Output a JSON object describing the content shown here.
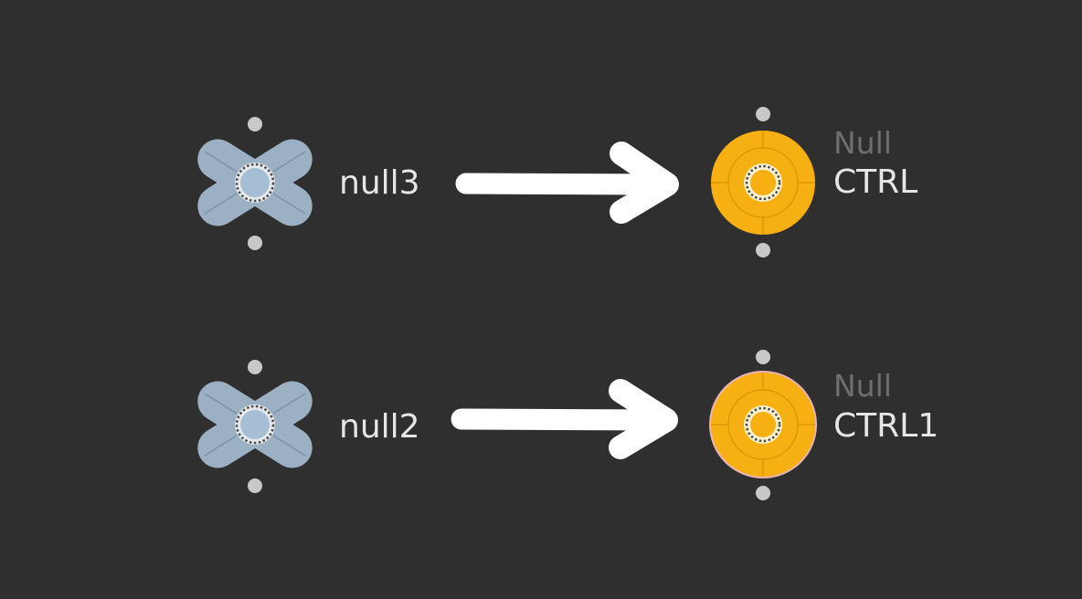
{
  "network": {
    "rows": [
      {
        "source": {
          "name": "null3"
        },
        "target": {
          "type": "Null",
          "name": "CTRL"
        }
      },
      {
        "source": {
          "name": "null2"
        },
        "target": {
          "type": "Null",
          "name": "CTRL1"
        }
      }
    ]
  },
  "colors": {
    "background": "#2f2f2f",
    "null_node_fill": "#9cb0c4",
    "control_node_fill": "#f7b012",
    "control_node_ring": "#e09a00",
    "selected_outline": "#e8b4b4",
    "arrow": "#ffffff",
    "port": "#c8c8c8",
    "name_text": "#e6e6e6",
    "type_text": "#6e6e6e"
  },
  "icons": {
    "source_node": "null-x-shape-icon",
    "target_node": "control-circle-icon",
    "arrow": "right-arrow-icon"
  }
}
